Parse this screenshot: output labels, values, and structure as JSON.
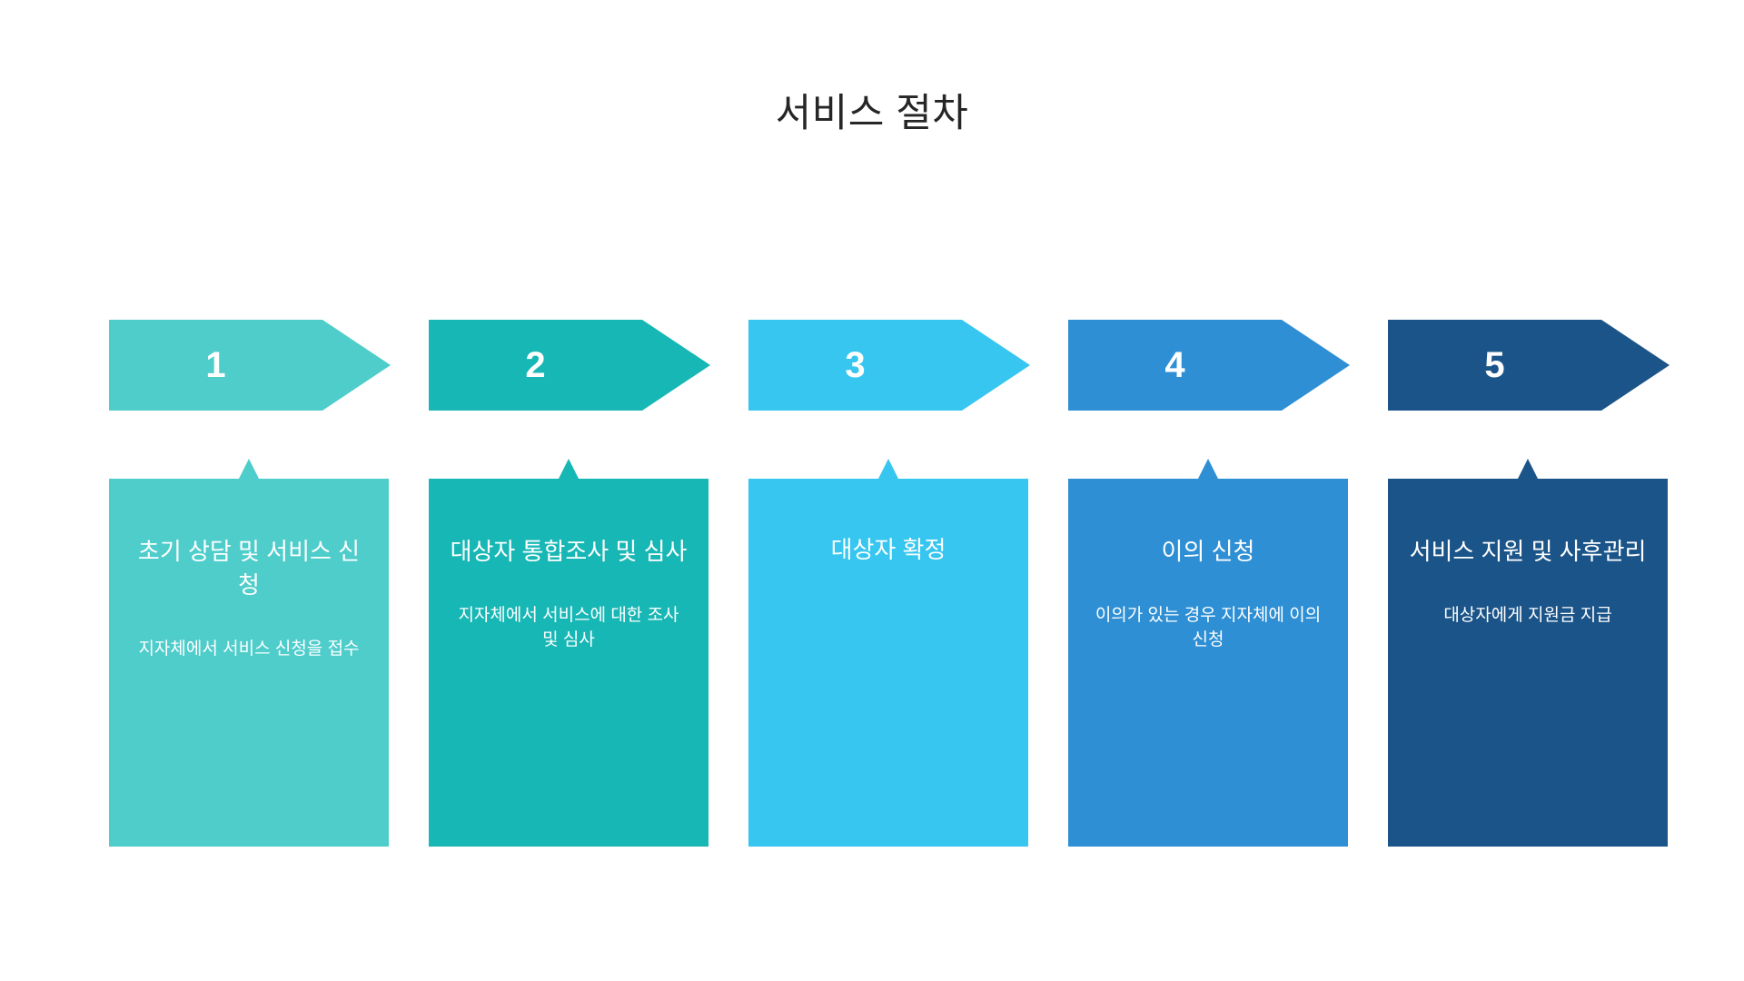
{
  "title": "서비스 절차",
  "theme": {
    "background": "#ffffff",
    "title_color": "#262626",
    "label_color": "#ffffff"
  },
  "steps": [
    {
      "number": "1",
      "title": "초기 상담 및 서비스 신청",
      "description": "지자체에서 서비스 신청을 접수",
      "color": "#4ecdcb"
    },
    {
      "number": "2",
      "title": "대상자 통합조사 및 심사",
      "description": "지자체에서 서비스에 대한 조사 및 심사",
      "color": "#17b7b5"
    },
    {
      "number": "3",
      "title": "대상자 확정",
      "description": "",
      "color": "#36c6ef"
    },
    {
      "number": "4",
      "title": "이의 신청",
      "description": "이의가 있는 경우 지자체에 이의 신청",
      "color": "#2e8fd4"
    },
    {
      "number": "5",
      "title": "서비스 지원 및 사후관리",
      "description": "대상자에게 지원금 지급",
      "color": "#1b5488"
    }
  ]
}
